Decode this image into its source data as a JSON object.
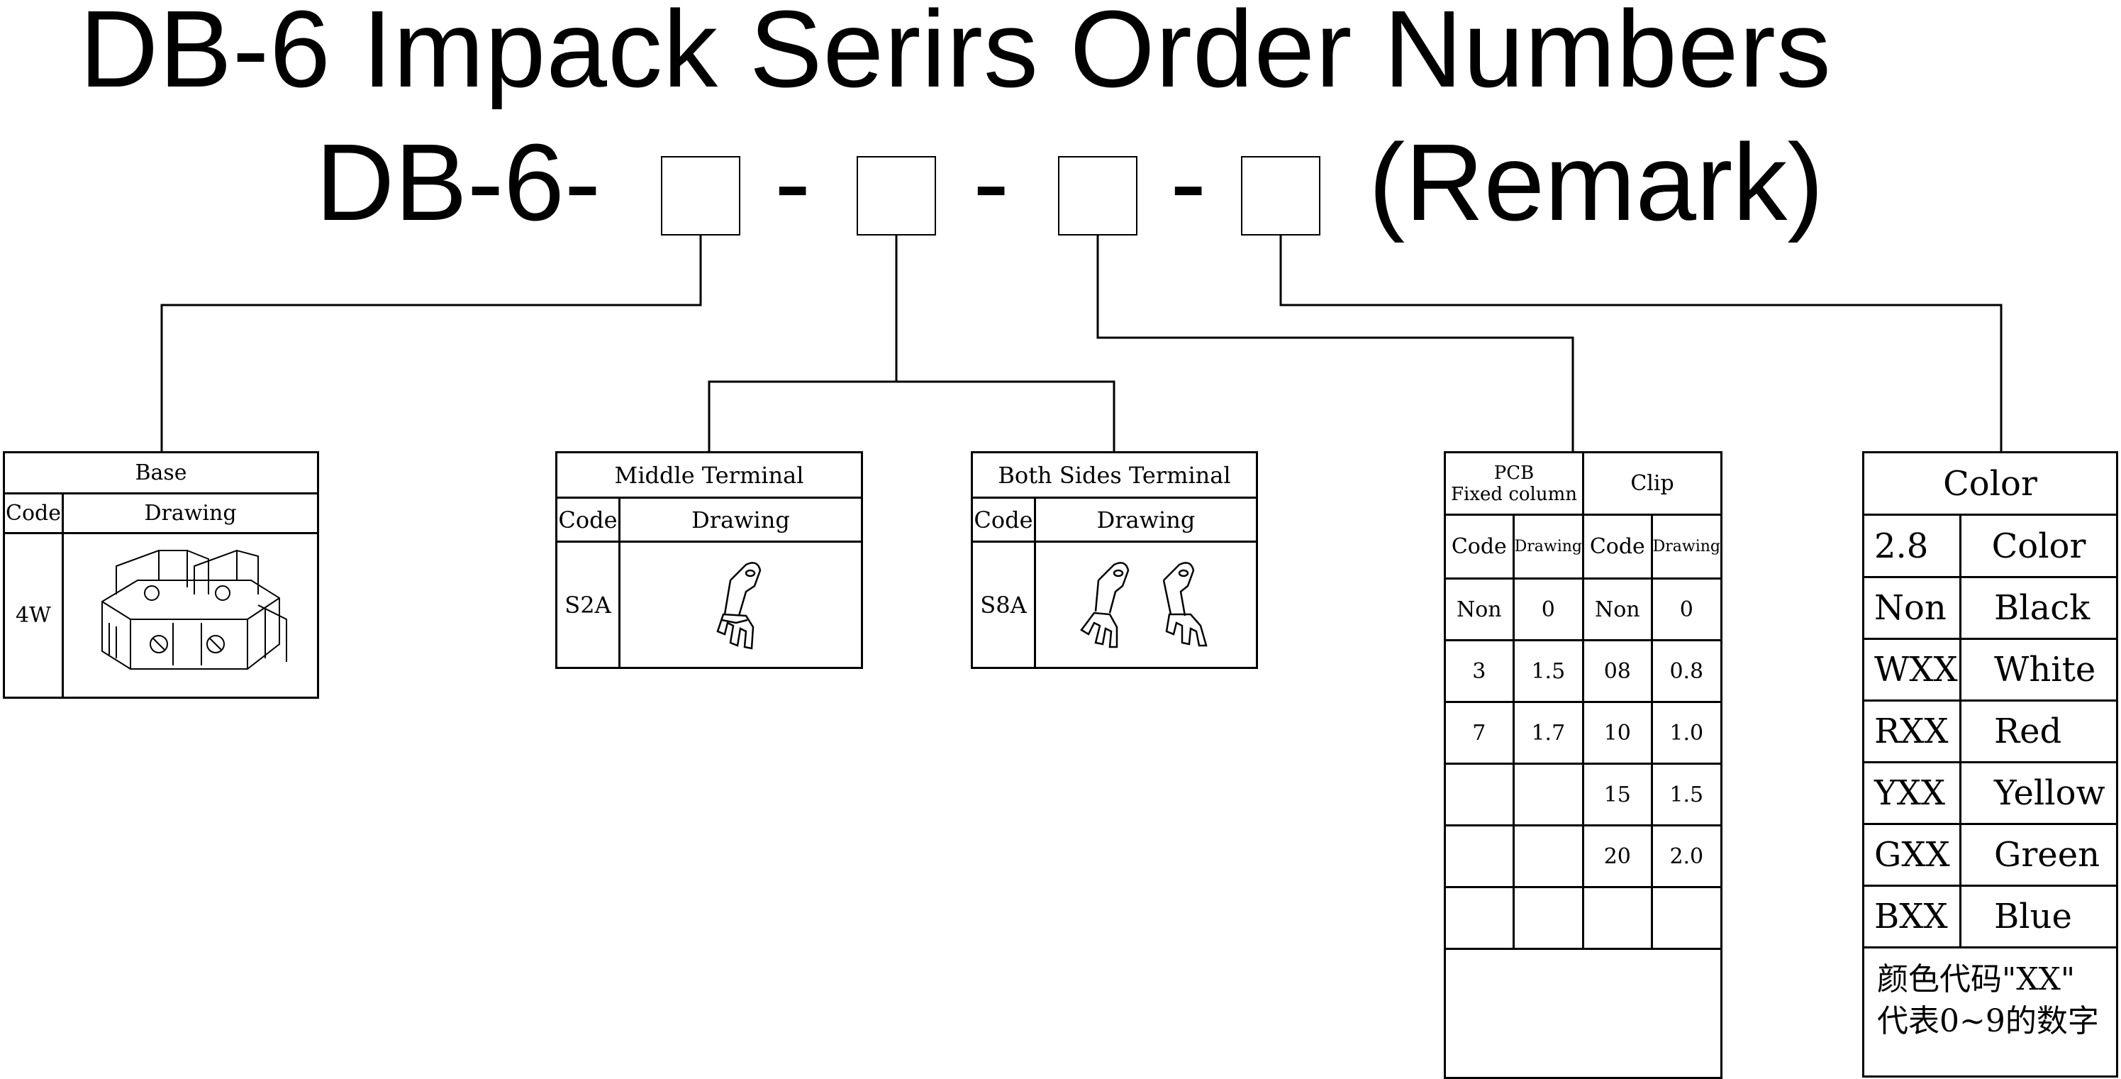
{
  "title": "DB-6 Impack Serirs Order Numbers",
  "order_code": {
    "prefix": "DB-6-",
    "separator": "-",
    "remark": "(Remark)"
  },
  "base_table": {
    "title": "Base",
    "headers": [
      "Code",
      "Drawing"
    ],
    "rows": [
      {
        "code": "4W",
        "drawing": "base-block-drawing"
      }
    ]
  },
  "middle_terminal_table": {
    "title": "Middle Terminal",
    "headers": [
      "Code",
      "Drawing"
    ],
    "rows": [
      {
        "code": "S2A",
        "drawing": "single-terminal-drawing"
      }
    ]
  },
  "both_sides_terminal_table": {
    "title": "Both Sides Terminal",
    "headers": [
      "Code",
      "Drawing"
    ],
    "rows": [
      {
        "code": "S8A",
        "drawing": "double-terminal-drawing"
      }
    ]
  },
  "pcb_clip_table": {
    "groups": [
      {
        "title_line1": "PCB",
        "title_line2": "Fixed column"
      },
      {
        "title_line1": "Clip",
        "title_line2": ""
      }
    ],
    "headers": [
      "Code",
      "Drawing",
      "Code",
      "Drawing"
    ],
    "rows": [
      [
        "Non",
        "0",
        "Non",
        "0"
      ],
      [
        "3",
        "1.5",
        "08",
        "0.8"
      ],
      [
        "7",
        "1.7",
        "10",
        "1.0"
      ],
      [
        "",
        "",
        "15",
        "1.5"
      ],
      [
        "",
        "",
        "20",
        "2.0"
      ],
      [
        "",
        "",
        "",
        ""
      ]
    ]
  },
  "color_table": {
    "title": "Color",
    "headers": [
      "2.8",
      "Color"
    ],
    "rows": [
      [
        "Non",
        "Black"
      ],
      [
        "WXX",
        "White"
      ],
      [
        "RXX",
        "Red"
      ],
      [
        "YXX",
        "Yellow"
      ],
      [
        "GXX",
        "Green"
      ],
      [
        "BXX",
        "Blue"
      ]
    ],
    "note_line1": "颜色代码\"XX\"",
    "note_line2": "代表0~9的数字"
  }
}
